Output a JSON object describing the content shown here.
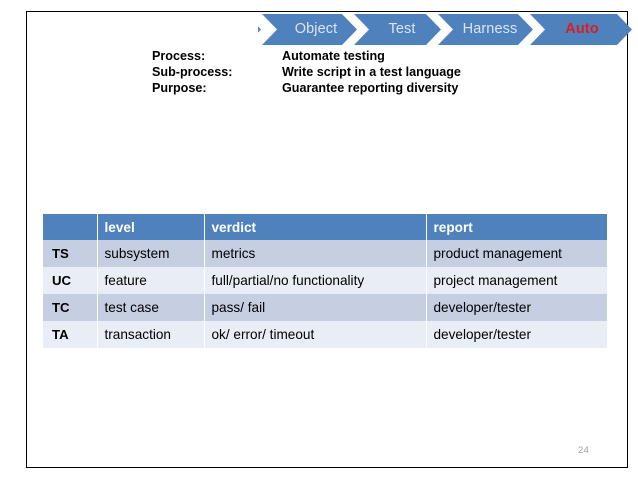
{
  "slide": {
    "page_number": "24"
  },
  "process_banner": {
    "steps": [
      {
        "label": "Object",
        "state": "inactive"
      },
      {
        "label": "Test",
        "state": "inactive"
      },
      {
        "label": "Harness",
        "state": "inactive"
      },
      {
        "label": "Auto",
        "state": "active"
      }
    ],
    "band_color": "#4f81bd",
    "inactive_text_color": "#dbe5f1",
    "active_text_color": "#d91e1e"
  },
  "process_info": {
    "rows": [
      {
        "key": "Process:",
        "value": "Automate testing"
      },
      {
        "key": "Sub-process:",
        "value": "Write script in a test language"
      },
      {
        "key": "Purpose:",
        "value": "Guarantee reporting diversity"
      }
    ]
  },
  "levels_table": {
    "header_color": "#4f81bd",
    "row_band_dark": "#c6cfe2",
    "row_band_light": "#e9edf5",
    "headers": [
      "",
      "level",
      "verdict",
      "report"
    ],
    "rows": [
      {
        "code": "TS",
        "level": "subsystem",
        "verdict": "metrics",
        "report": "product management"
      },
      {
        "code": "UC",
        "level": "feature",
        "verdict": "full/partial/no functionality",
        "report": "project management"
      },
      {
        "code": "TC",
        "level": "test case",
        "verdict": "pass/ fail",
        "report": "developer/tester"
      },
      {
        "code": "TA",
        "level": "transaction",
        "verdict": "ok/ error/ timeout",
        "report": "developer/tester"
      }
    ]
  }
}
